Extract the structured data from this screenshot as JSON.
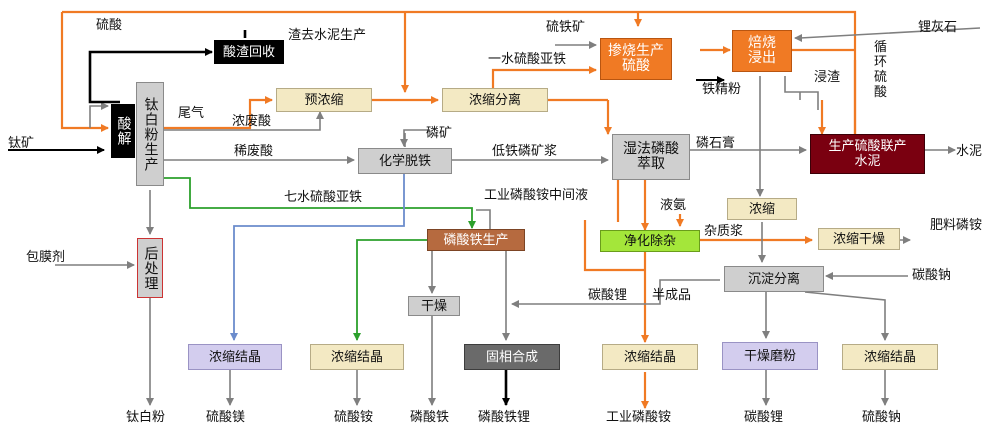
{
  "colors": {
    "grey_line": "#7f7f7f",
    "orange_line": "#f07a24",
    "black_line": "#000000",
    "green_line": "#2ca02c",
    "blue_line": "#6b8ccc"
  },
  "nodes": {
    "suanjie": "酸解",
    "taibaifen_prod": "钛白粉生产",
    "suanzha": "酸渣回收",
    "yunongsuo": "预浓缩",
    "nongsuofenli": "浓缩分离",
    "chanshao": "掺烧生产硫酸",
    "beishao": "焙烧浸出",
    "huaxue_tuotie": "化学脱铁",
    "shifa_linsuan": "湿法磷酸萃取",
    "lianchan": "生产硫酸联产水泥",
    "houchuli": "后处理",
    "linsuantie_prod": "磷酸铁生产",
    "jinghua": "净化除杂",
    "nongsuo_r": "浓缩",
    "nongsuo_ganzao": "浓缩干燥",
    "chendian": "沉淀分离",
    "ganzao": "干燥",
    "guxiang": "固相合成",
    "jj1": "浓缩结晶",
    "jj2": "浓缩结晶",
    "jj3": "浓缩结晶",
    "ganzao_mofen": "干燥磨粉",
    "jj4": "浓缩结晶"
  },
  "labels": {
    "liusuan_top": "硫酸",
    "taikuang": "钛矿",
    "baomoji": "包膜剂",
    "zhaqu": "渣去水泥生产",
    "weiqi": "尾气",
    "nongfeisuan": "浓废酸",
    "xifeisuan": "稀废酸",
    "qishui": "七水硫酸亚铁",
    "liutiekuang": "硫铁矿",
    "yishui": "一水硫酸亚铁",
    "tiejingfen": "铁精粉",
    "liliushi": "锂灰石",
    "jinzha": "浸渣",
    "xunhuan": "循环硫酸",
    "linkuang": "磷矿",
    "ditie": "低铁磷矿浆",
    "linshigao": "磷石膏",
    "shuini": "水泥",
    "gongye_zhongjian": "工业磷酸铵中间液",
    "yean": "液氨",
    "zazhijiang": "杂质浆",
    "feiliao": "肥料磷铵",
    "tansuanna_in": "碳酸钠",
    "tansuanli_mid": "碳酸锂",
    "banchengpin": "半成品"
  },
  "products": {
    "taibaifen": "钛白粉",
    "liusuanmei": "硫酸镁",
    "liusuanan": "硫酸铵",
    "linsuantie": "磷酸铁",
    "linsuantieli": "磷酸铁锂",
    "gongye_linsuanan": "工业磷酸铵",
    "tansuanli": "碳酸锂",
    "liusuanna": "硫酸钠"
  }
}
